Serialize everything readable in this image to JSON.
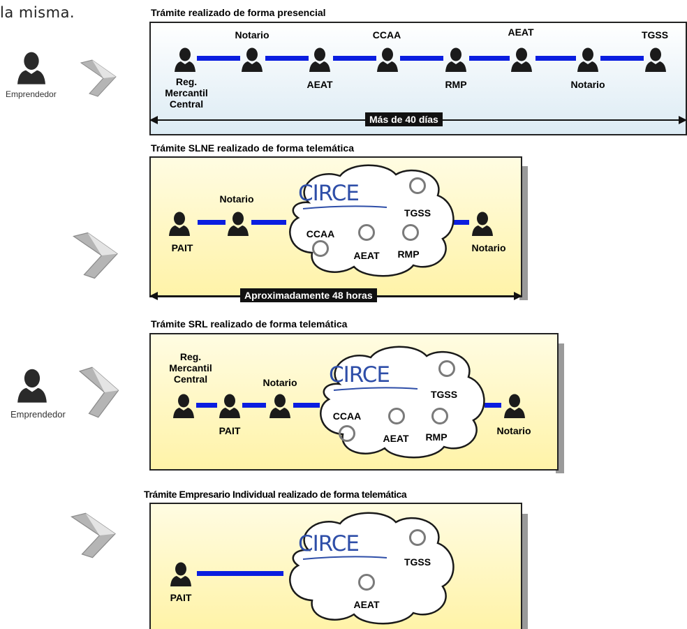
{
  "top_text": "la misma.",
  "emprendedor_label": "Emprendedor",
  "sections": {
    "presencial": {
      "title": "Trámite realizado de forma presencial",
      "nodes": {
        "reg_mercantil": "Reg.\nMercantil\nCentral",
        "notario_1": "Notario",
        "aeat_1": "AEAT",
        "ccaa": "CCAA",
        "rmp": "RMP",
        "aeat_2": "AEAT",
        "notario_2": "Notario",
        "tgss": "TGSS"
      },
      "duration": "Más de 40 días"
    },
    "slne": {
      "title": "Trámite SLNE realizado de forma telemática",
      "nodes": {
        "pait": "PAIT",
        "notario_in": "Notario",
        "notario_out": "Notario"
      },
      "cloud": {
        "logo": "CIRCE",
        "tgss": "TGSS",
        "ccaa": "CCAA",
        "aeat": "AEAT",
        "rmp": "RMP"
      },
      "duration": "Aproximadamente 48 horas"
    },
    "srl": {
      "title": "Trámite SRL realizado de forma telemática",
      "nodes": {
        "reg_mercantil": "Reg.\nMercantil\nCentral",
        "pait": "PAIT",
        "notario_in": "Notario",
        "notario_out": "Notario"
      },
      "cloud": {
        "logo": "CIRCE",
        "tgss": "TGSS",
        "ccaa": "CCAA",
        "aeat": "AEAT",
        "rmp": "RMP"
      }
    },
    "empresario": {
      "title": "Trámite Empresario Individual realizado de forma telemática",
      "nodes": {
        "pait": "PAIT"
      },
      "cloud": {
        "logo": "CIRCE",
        "tgss": "TGSS",
        "aeat": "AEAT"
      }
    }
  },
  "colors": {
    "link": "#0a1ee0",
    "circe": "#2e4ea8",
    "panel_blue": "#dcebf4",
    "panel_yellow": "#fff3a8"
  }
}
